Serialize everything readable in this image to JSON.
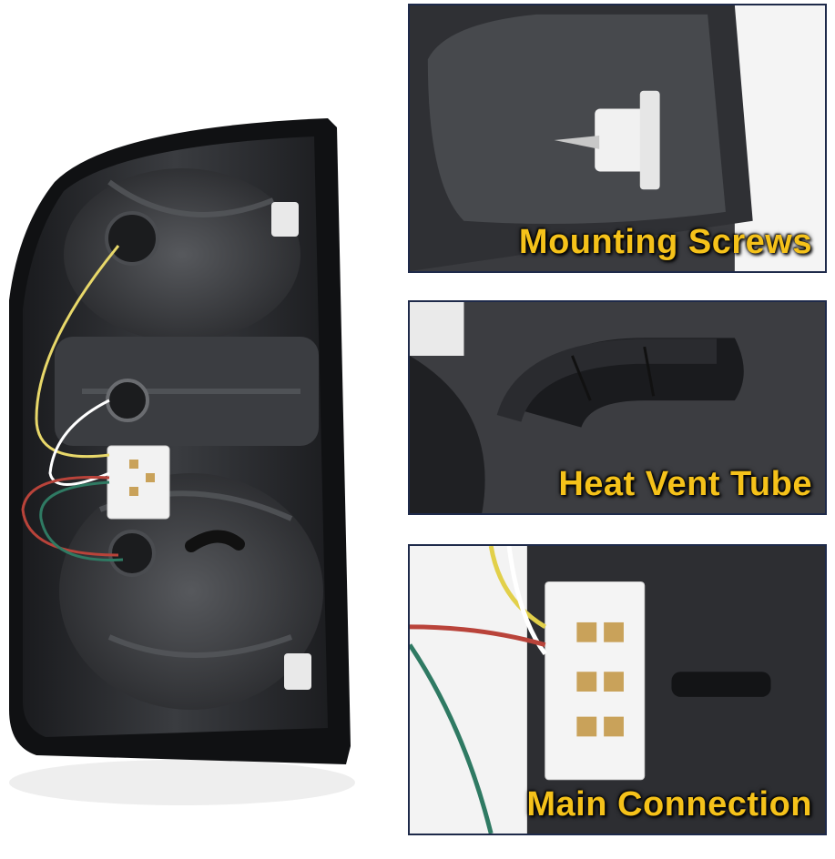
{
  "panels": [
    {
      "caption": "Mounting Screws"
    },
    {
      "caption": "Heat Vent Tube"
    },
    {
      "caption": "Main Connection"
    }
  ],
  "colors": {
    "caption": "#f5c21a",
    "panel_border": "#1e2a4a",
    "housing": "#2a2c30"
  }
}
